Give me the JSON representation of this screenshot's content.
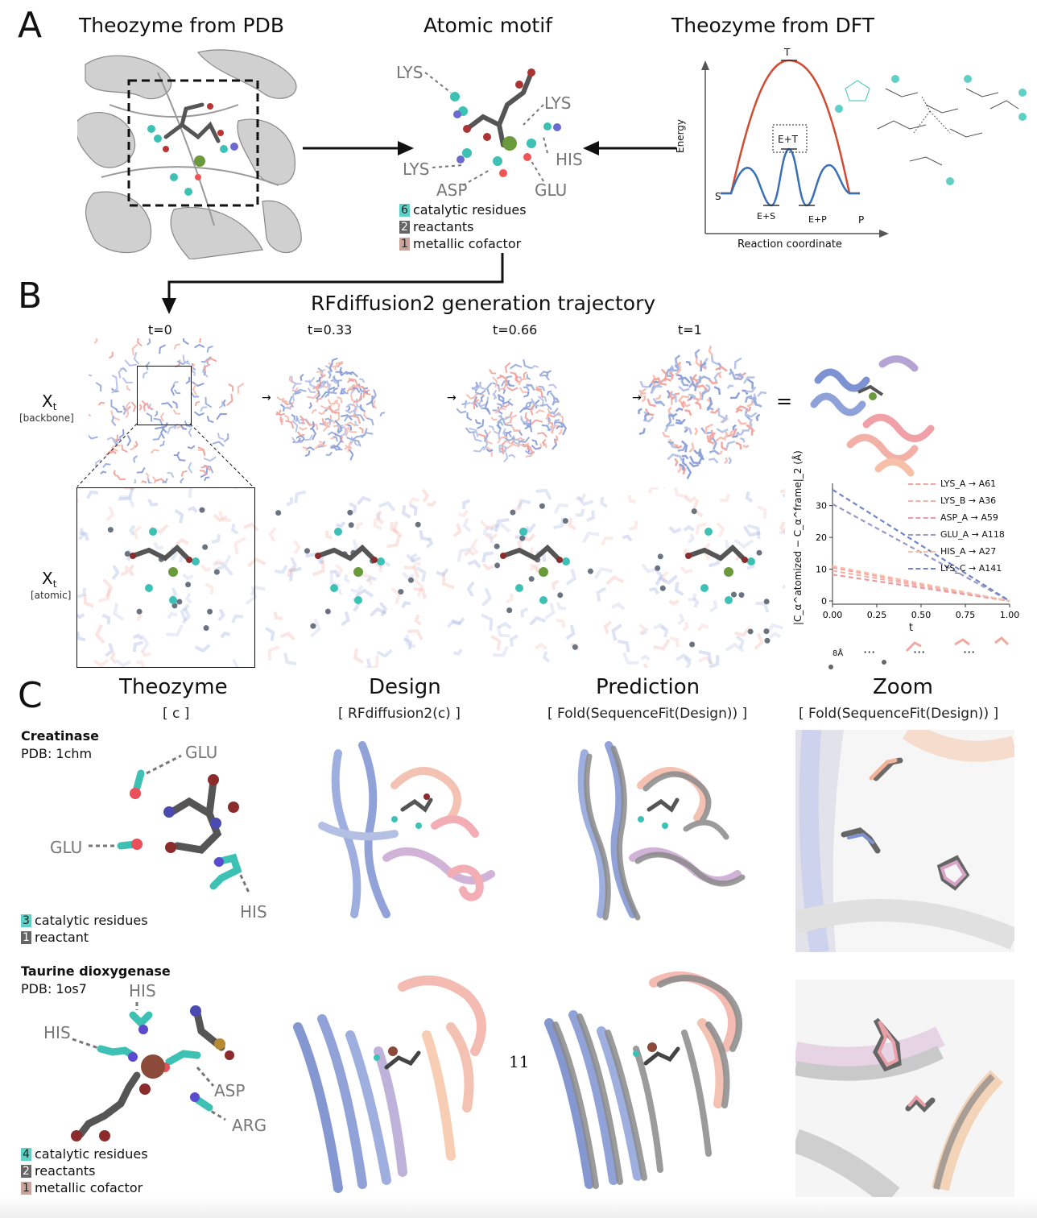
{
  "panelA": {
    "letter": "A",
    "title_pdb": "Theozyme from PDB",
    "title_motif": "Atomic motif",
    "title_dft": "Theozyme from DFT",
    "motif_labels": [
      "LYS",
      "LYS",
      "LYS",
      "HIS",
      "ASP",
      "GLU"
    ],
    "legend": [
      {
        "count": "6",
        "text": "catalytic residues",
        "color": "#5fd0c6"
      },
      {
        "count": "2",
        "text": "reactants",
        "color": "#666666"
      },
      {
        "count": "1",
        "text": "metallic cofactor",
        "color": "#c9a49a"
      }
    ],
    "energy": {
      "ylabel": "Energy",
      "xlabel": "Reaction coordinate",
      "points": [
        "T",
        "E+T",
        "S",
        "E+S",
        "E+P",
        "P"
      ]
    }
  },
  "panelB": {
    "letter": "B",
    "title": "RFdiffusion2 generation trajectory",
    "times": [
      "t=0",
      "t=0.33",
      "t=0.66",
      "t=1"
    ],
    "equals": "=",
    "row_backbone": {
      "symbol": "X",
      "sub": "t",
      "tag": "[backbone]"
    },
    "row_atomic": {
      "symbol": "X",
      "sub": "t",
      "tag": "[atomic]"
    },
    "scale_label": "8Å",
    "ellipsis": "···"
  },
  "chart_data": {
    "type": "line",
    "x": [
      0.0,
      1.0
    ],
    "xlabel": "t",
    "ylabel": "|C_α^atomized − C_α^frame|_2 (Å)",
    "xlim": [
      0,
      1.0
    ],
    "ylim": [
      -1,
      37
    ],
    "xticks": [
      "0.00",
      "0.25",
      "0.50",
      "0.75",
      "1.00"
    ],
    "yticks": [
      "0",
      "10",
      "20",
      "30"
    ],
    "legend_position": "top-right",
    "series": [
      {
        "name": "LYS_A → A61",
        "values": [
          10.5,
          0
        ],
        "color": "#f4a29e"
      },
      {
        "name": "LYS_B → A36",
        "values": [
          9.5,
          0
        ],
        "color": "#f6b0a8"
      },
      {
        "name": "ASP_A → A59",
        "values": [
          8.3,
          0
        ],
        "color": "#e99ba4"
      },
      {
        "name": "GLU_A → A118",
        "values": [
          30.5,
          0
        ],
        "color": "#9a98c6"
      },
      {
        "name": "HIS_A → A27",
        "values": [
          11.0,
          0
        ],
        "color": "#f7c1a7"
      },
      {
        "name": "LYS_C → A141",
        "values": [
          35.0,
          0
        ],
        "color": "#6f85c9"
      }
    ]
  },
  "panelC": {
    "letter": "C",
    "cols": [
      {
        "title": "Theozyme",
        "sub": "[ c ]"
      },
      {
        "title": "Design",
        "sub": "[ RFdiffusion2(c) ]"
      },
      {
        "title": "Prediction",
        "sub": "[ Fold(SequenceFit(Design)) ]"
      },
      {
        "title": "Zoom",
        "sub": "[ Fold(SequenceFit(Design)) ]"
      }
    ],
    "creatinase": {
      "name": "Creatinase",
      "pdb": "PDB: 1chm",
      "labels": [
        "GLU",
        "GLU",
        "HIS"
      ],
      "legend": [
        {
          "count": "3",
          "text": "catalytic residues",
          "color": "#5fd0c6"
        },
        {
          "count": "1",
          "text": "reactant",
          "color": "#666666"
        }
      ]
    },
    "taurine": {
      "name": "Taurine dioxygenase",
      "pdb": "PDB: 1os7",
      "labels": [
        "HIS",
        "HIS",
        "ASP",
        "ARG"
      ],
      "legend": [
        {
          "count": "4",
          "text": "catalytic residues",
          "color": "#5fd0c6"
        },
        {
          "count": "2",
          "text": "reactants",
          "color": "#666666"
        },
        {
          "count": "1",
          "text": "metallic cofactor",
          "color": "#c9a49a"
        }
      ]
    }
  },
  "page_number": "11"
}
